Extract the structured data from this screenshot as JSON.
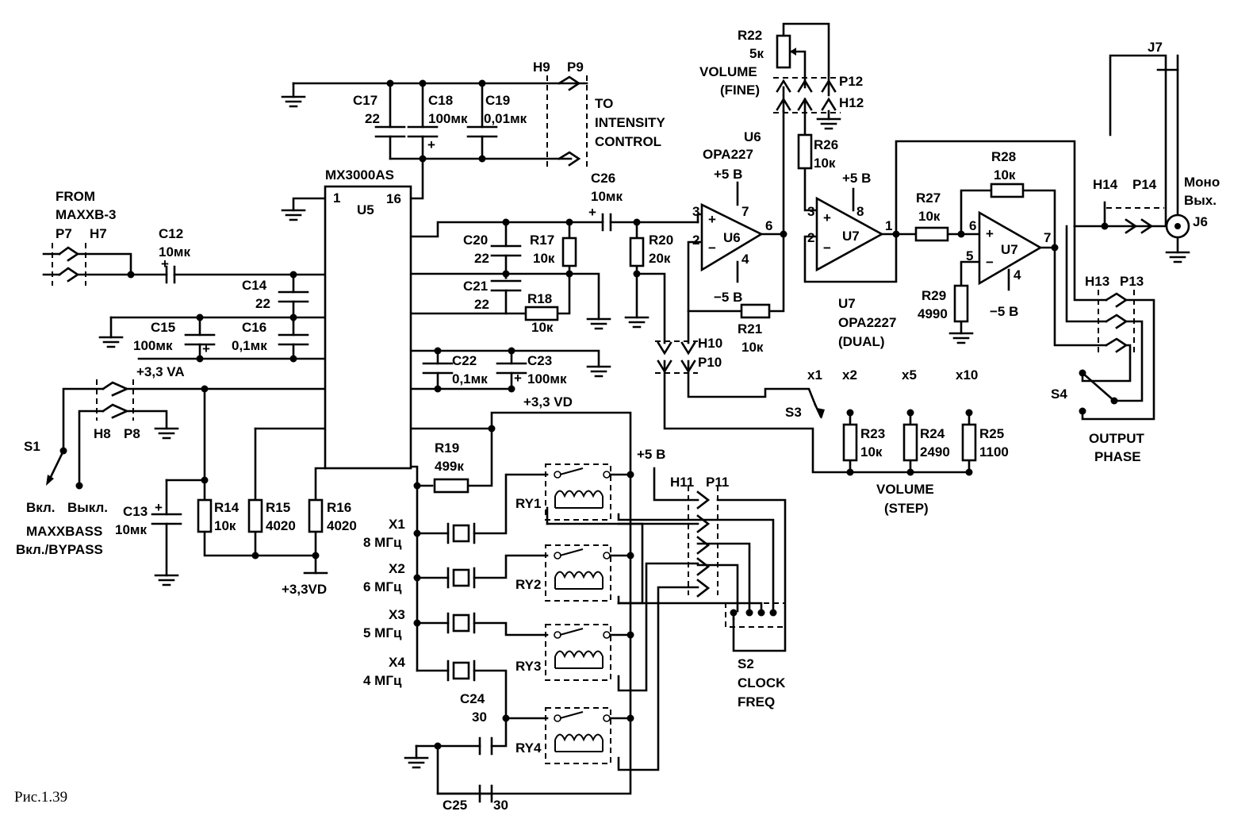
{
  "figure": {
    "caption": "Рис.1.39"
  },
  "ic": {
    "u5": {
      "part": "MX3000AS",
      "ref": "U5",
      "pin1": "1",
      "pin16": "16"
    },
    "u6": {
      "ref": "U6",
      "part": "OPA227",
      "pin3": "3",
      "pin2": "2",
      "pin6": "6",
      "pin7": "7",
      "pin4": "4",
      "vpos": "+5 В",
      "vneg": "−5 В"
    },
    "u7a": {
      "ref": "U7",
      "pin3": "3",
      "pin2": "2",
      "pin1": "1",
      "pin8": "8",
      "vpos": "+5 В"
    },
    "u7b": {
      "ref": "U7",
      "pin6": "6",
      "pin5": "5",
      "pin7": "7",
      "pin4": "4",
      "vneg": "−5 В"
    },
    "u7note": {
      "ref": "U7",
      "part": "OPA2227",
      "note": "(DUAL)"
    }
  },
  "components": {
    "c12": {
      "ref": "C12",
      "value": "10мк"
    },
    "c13": {
      "ref": "C13",
      "value": "10мк"
    },
    "c14": {
      "ref": "C14",
      "value": "22"
    },
    "c15": {
      "ref": "C15",
      "value": "100мк"
    },
    "c16": {
      "ref": "C16",
      "value": "0,1мк"
    },
    "c17": {
      "ref": "C17",
      "value": "22"
    },
    "c18": {
      "ref": "C18",
      "value": "100мк"
    },
    "c19": {
      "ref": "C19",
      "value": "0,01мк"
    },
    "c20": {
      "ref": "C20",
      "value": "22"
    },
    "c21": {
      "ref": "C21",
      "value": "22"
    },
    "c22": {
      "ref": "C22",
      "value": "0,1мк"
    },
    "c23": {
      "ref": "C23",
      "value": "100мк"
    },
    "c24": {
      "ref": "C24",
      "value": "30"
    },
    "c25": {
      "ref": "C25",
      "value": "30"
    },
    "c26": {
      "ref": "C26",
      "value": "10мк"
    },
    "r14": {
      "ref": "R14",
      "value": "10к"
    },
    "r15": {
      "ref": "R15",
      "value": "4020"
    },
    "r16": {
      "ref": "R16",
      "value": "4020"
    },
    "r17": {
      "ref": "R17",
      "value": "10к"
    },
    "r18": {
      "ref": "R18",
      "value": "10к"
    },
    "r19": {
      "ref": "R19",
      "value": "499к"
    },
    "r20": {
      "ref": "R20",
      "value": "20к"
    },
    "r21": {
      "ref": "R21",
      "value": "10к"
    },
    "r22": {
      "ref": "R22",
      "value": "5к",
      "name1": "VOLUME",
      "name2": "(FINE)"
    },
    "r23": {
      "ref": "R23",
      "value": "10к"
    },
    "r24": {
      "ref": "R24",
      "value": "2490"
    },
    "r25": {
      "ref": "R25",
      "value": "1100"
    },
    "r26": {
      "ref": "R26",
      "value": "10к"
    },
    "r27": {
      "ref": "R27",
      "value": "10к"
    },
    "r28": {
      "ref": "R28",
      "value": "10к"
    },
    "r29": {
      "ref": "R29",
      "value": "4990"
    },
    "x1": {
      "ref": "X1",
      "value": "8 МГц"
    },
    "x2": {
      "ref": "X2",
      "value": "6 МГц"
    },
    "x3": {
      "ref": "X3",
      "value": "5 МГц"
    },
    "x4": {
      "ref": "X4",
      "value": "4 МГц"
    },
    "ry1": "RY1",
    "ry2": "RY2",
    "ry3": "RY3",
    "ry4": "RY4"
  },
  "connectors": {
    "p7": "P7",
    "h7": "H7",
    "h8": "H8",
    "p8": "P8",
    "h9": "H9",
    "p9": "P9",
    "h10": "H10",
    "p10": "P10",
    "h11": "H11",
    "p11": "P11",
    "p12": "P12",
    "h12": "H12",
    "h13": "H13",
    "p13": "P13",
    "h14": "H14",
    "p14": "P14",
    "j6": "J6",
    "j7": "J7"
  },
  "switches": {
    "s1": {
      "ref": "S1",
      "on": "Вкл.",
      "off": "Выкл.",
      "name1": "MAXXBASS",
      "name2": "Вкл./BYPASS"
    },
    "s2": {
      "ref": "S2",
      "name1": "CLOCK",
      "name2": "FREQ"
    },
    "s3": {
      "ref": "S3",
      "pos1": "x1",
      "pos2": "x2",
      "pos3": "x5",
      "pos4": "x10"
    },
    "s4": {
      "ref": "S4",
      "name1": "OUTPUT",
      "name2": "PHASE"
    }
  },
  "labels": {
    "from1": "FROM",
    "from2": "MAXXB-3",
    "to1": "TO",
    "to2": "INTENSITY",
    "to3": "CONTROL",
    "v33va": "+3,3 VA",
    "v33vd": "+3,3 VD",
    "v33vd2": "+3,3VD",
    "p5v": "+5 В",
    "out1": "Моно",
    "out2": "Вых.",
    "volstep1": "VOLUME",
    "volstep2": "(STEP)"
  }
}
